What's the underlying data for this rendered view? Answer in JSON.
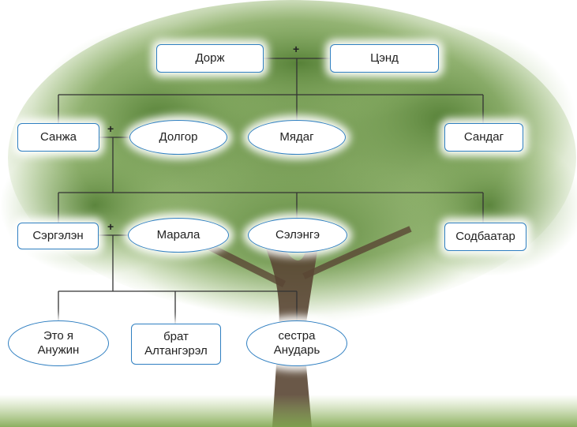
{
  "colors": {
    "node_border": "#2f7fc1",
    "connector": "#333333",
    "foliage": "#5f8a3a",
    "trunk": "#5a4634"
  },
  "plus_sign": "+",
  "generation_1": {
    "husband": "Дорж",
    "wife": "Цэнд"
  },
  "generation_2": {
    "son": "Санжа",
    "son_wife": "Долгор",
    "siblings": [
      "Мядаг",
      "Сандаг"
    ]
  },
  "generation_3": {
    "son": "Сэргэлэн",
    "son_wife": "Марала",
    "siblings": [
      "Сэлэнгэ",
      "Содбаатар"
    ]
  },
  "generation_4": {
    "children": [
      "Это я\nАнужин",
      "брат\nАлтангэрэл",
      "сестра\nАнударь"
    ]
  }
}
